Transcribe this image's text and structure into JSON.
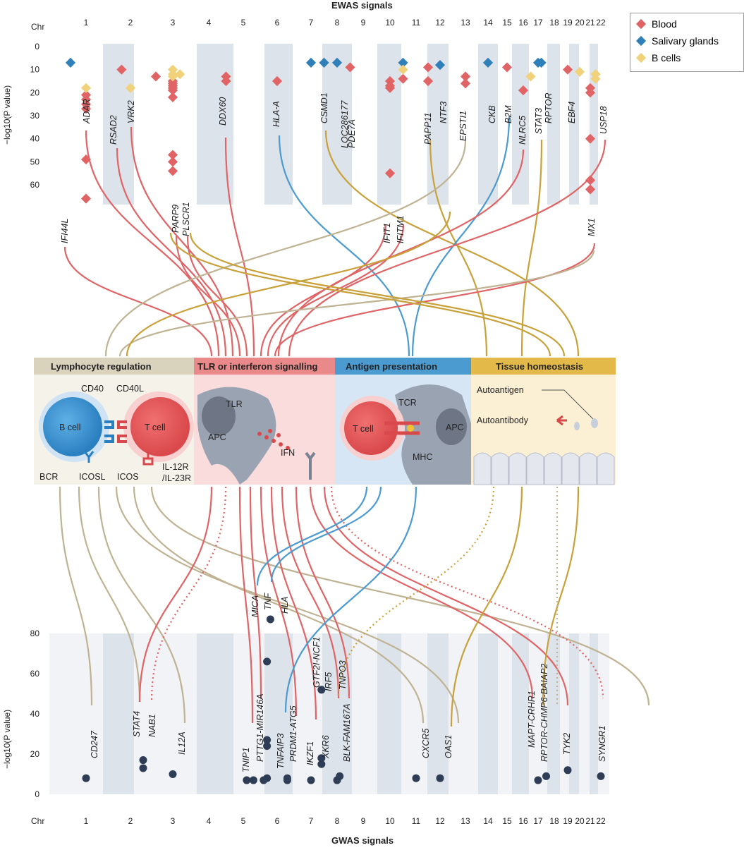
{
  "top_title": "EWAS signals",
  "bottom_title": "GWAS signals",
  "chr_label": "Chr",
  "ylabel_top": "−log10(P value)",
  "ylabel_bottom": "−log10(P value)",
  "chromosomes": [
    "1",
    "2",
    "3",
    "4",
    "5",
    "6",
    "7",
    "8",
    "9",
    "10",
    "11",
    "12",
    "13",
    "14",
    "15",
    "16",
    "17",
    "18",
    "19",
    "20",
    "21",
    "22"
  ],
  "colors": {
    "blood": "#e06466",
    "salivary": "#2f7fb8",
    "bcells": "#f1d27b",
    "lymph": "#bfb393",
    "tlr": "#e06466",
    "antigen": "#4b9ad0",
    "tissue": "#c9a13a",
    "dot": "#2e3d55"
  },
  "legend": [
    {
      "key": "blood",
      "label": "Blood"
    },
    {
      "key": "salivary",
      "label": "Salivary glands"
    },
    {
      "key": "bcells",
      "label": "B cells"
    }
  ],
  "categories": [
    {
      "key": "lymph",
      "label": "Lymphocyte regulation"
    },
    {
      "key": "tlr",
      "label": "TLR or interferon signalling"
    },
    {
      "key": "antigen",
      "label": "Antigen presentation"
    },
    {
      "key": "tissue",
      "label": "Tissue homeostasis"
    }
  ],
  "cell_labels": {
    "b_cell": "B cell",
    "t_cell": "T cell",
    "cd40": "CD40",
    "cd40l": "CD40L",
    "bcr": "BCR",
    "icosl": "ICOSL",
    "icos": "ICOS",
    "il12r": "IL-12R",
    "il23r": "/IL-23R",
    "apc": "APC",
    "tlr": "TLR",
    "ifn": "IFN",
    "t_cell2": "T cell",
    "tcr": "TCR",
    "mhc": "MHC",
    "apc2": "APC",
    "autoantigen": "Autoantigen",
    "autoantibody": "Autoantibody"
  },
  "chart_data": [
    {
      "type": "scatter",
      "title": "EWAS signals",
      "xlabel": "Chr",
      "ylabel": "−log10(P value)",
      "ylim": [
        0,
        60
      ],
      "y_inverted": true,
      "yticks": [
        0,
        10,
        20,
        30,
        40,
        50,
        60
      ],
      "series": [
        {
          "name": "Blood",
          "points": [
            [
              1,
              21
            ],
            [
              1,
              23
            ],
            [
              1,
              25
            ],
            [
              1,
              27
            ],
            [
              1,
              49
            ],
            [
              1,
              66
            ],
            [
              1.8,
              10
            ],
            [
              2.6,
              13
            ],
            [
              3,
              15
            ],
            [
              3,
              16
            ],
            [
              3,
              17
            ],
            [
              3,
              18
            ],
            [
              3,
              19
            ],
            [
              3,
              22
            ],
            [
              3,
              47
            ],
            [
              3,
              50
            ],
            [
              3,
              54
            ],
            [
              4.5,
              13
            ],
            [
              4.5,
              15
            ],
            [
              6,
              15
            ],
            [
              8.5,
              9
            ],
            [
              10,
              15
            ],
            [
              10,
              17
            ],
            [
              10,
              18
            ],
            [
              10,
              55
            ],
            [
              10.5,
              14
            ],
            [
              11.5,
              9
            ],
            [
              11.5,
              15
            ],
            [
              13,
              13
            ],
            [
              13,
              16
            ],
            [
              15,
              9
            ],
            [
              16,
              19
            ],
            [
              19,
              10
            ],
            [
              21,
              18
            ],
            [
              21,
              20
            ],
            [
              21,
              40
            ],
            [
              21,
              58
            ],
            [
              21,
              62
            ]
          ]
        },
        {
          "name": "Salivary glands",
          "points": [
            [
              0.5,
              7
            ],
            [
              7,
              7
            ],
            [
              7.5,
              7
            ],
            [
              8,
              7
            ],
            [
              10.5,
              7
            ],
            [
              12,
              8
            ],
            [
              14,
              7
            ],
            [
              17,
              7
            ],
            [
              17.2,
              7
            ]
          ]
        },
        {
          "name": "B cells",
          "points": [
            [
              1,
              18
            ],
            [
              2,
              18
            ],
            [
              3,
              10
            ],
            [
              3,
              12
            ],
            [
              3,
              13
            ],
            [
              3.2,
              12
            ],
            [
              10.5,
              10
            ],
            [
              16.5,
              13
            ],
            [
              20,
              11
            ],
            [
              21.5,
              12
            ],
            [
              21.5,
              14
            ]
          ]
        }
      ],
      "gene_labels_top": [
        "ADAR",
        "RSAD2",
        "VRK2",
        "DDX60",
        "HLA-A",
        "CSMD1",
        "LOC286177",
        "PDE7A",
        "PAPP11",
        "NTF3",
        "EPSTI1",
        "CKB",
        "B2M",
        "NLRC5",
        "STAT3",
        "RPTOR",
        "EBF4",
        "USP18"
      ],
      "gene_labels_bottom": [
        "IFI44L",
        "PARP9",
        "PLSCR1",
        "IFIT1",
        "IFITM1",
        "MX1"
      ]
    },
    {
      "type": "scatter",
      "title": "GWAS signals",
      "xlabel": "Chr",
      "ylabel": "−log10(P value)",
      "ylim": [
        0,
        80
      ],
      "yticks": [
        0,
        20,
        40,
        60,
        80
      ],
      "series": [
        {
          "name": "",
          "points": [
            [
              1,
              8
            ],
            [
              2.3,
              17
            ],
            [
              2.3,
              13
            ],
            [
              3,
              10
            ],
            [
              5.1,
              7
            ],
            [
              5.3,
              7
            ],
            [
              5.6,
              7
            ],
            [
              5.7,
              8
            ],
            [
              5.7,
              24
            ],
            [
              5.7,
              27
            ],
            [
              5.7,
              66
            ],
            [
              5.8,
              89
            ],
            [
              6.3,
              7
            ],
            [
              6.3,
              8
            ],
            [
              7,
              7
            ],
            [
              7.4,
              15
            ],
            [
              7.4,
              18
            ],
            [
              7.4,
              52
            ],
            [
              8,
              7
            ],
            [
              8.1,
              9
            ],
            [
              11,
              8
            ],
            [
              12,
              8
            ],
            [
              17,
              7
            ],
            [
              17.5,
              9
            ],
            [
              19,
              12
            ],
            [
              22,
              9
            ]
          ]
        }
      ],
      "gene_labels": [
        "CD247",
        "STAT4",
        "NAB1",
        "IL12A",
        "TNIP1",
        "PTTG1-MIR146A",
        "TNFAIP3",
        "PRDM1-ATG5",
        "IKZF1",
        "GTF2I-NCF1",
        "IRF5",
        "TNPO3",
        "XKR6",
        "BLK-FAM167A",
        "CXCR5",
        "OAS1",
        "MAPT-CRHR1",
        "RPTOR-CHMP6-BAIAP2",
        "TYK2",
        "SYNGR1"
      ],
      "mid_gene_labels": [
        "MICA",
        "TNF",
        "HLA"
      ]
    }
  ]
}
